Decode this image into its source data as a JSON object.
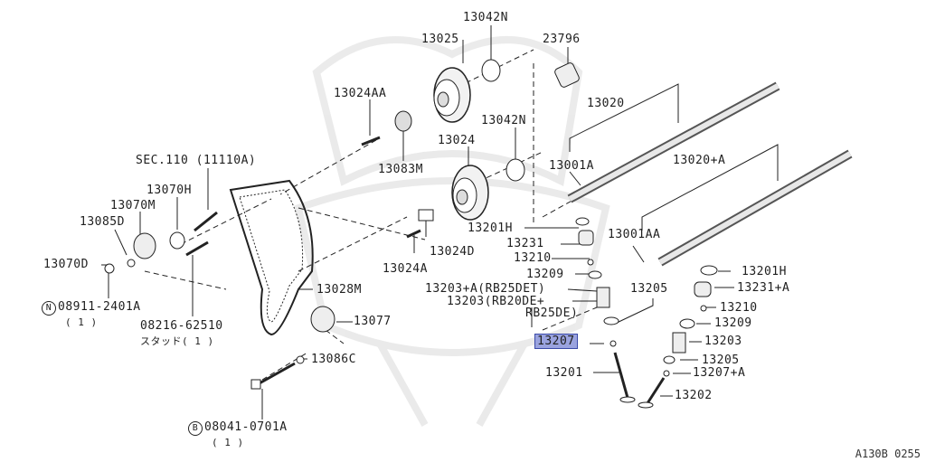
{
  "labels": {
    "l13042N_top": "13042N",
    "l13025": "13025",
    "l23796": "23796",
    "l13020": "13020",
    "l13024AA": "13024AA",
    "l13042N_mid": "13042N",
    "l13024": "13024",
    "l13083M": "13083M",
    "l13001A": "13001A",
    "l13020A": "13020+A",
    "lSEC110": "SEC.110 (11110A)",
    "l13070H": "13070H",
    "l13070M": "13070M",
    "l13085D": "13085D",
    "l13070D": "13070D",
    "l13201H_mid": "13201H",
    "l13001AA": "13001AA",
    "l13231": "13231",
    "l13210_mid": "13210",
    "l13024D": "13024D",
    "l13024A": "13024A",
    "l13209_mid": "13209",
    "l13201H_r": "13201H",
    "l13231A": "13231+A",
    "l13203A_RB25DET": "13203+A(RB25DET)",
    "l13205_mid": "13205",
    "l13203_RB20DE": "13203(RB20DE+",
    "lRB25DE": "RB25DE)",
    "l13210_r": "13210",
    "l13028M": "13028M",
    "l08911_num": "08911-2401A",
    "l08911_qty": "( 1 )",
    "l13209_r": "13209",
    "l08216": "08216-62510",
    "lstud": "スタッド( 1 )",
    "l13077": "13077",
    "l13207": "13207",
    "l13203_r": "13203",
    "l13205_r": "13205",
    "l13086C": "13086C",
    "l13207A": "13207+A",
    "l13201": "13201",
    "l13202": "13202",
    "l08041_num": "08041-0701A",
    "l08041_qty": "( 1 )",
    "refcode": "A130B 0255",
    "circN": "N",
    "circB": "B"
  },
  "highlight": {
    "part": "13207",
    "color": "#9aa3df"
  }
}
